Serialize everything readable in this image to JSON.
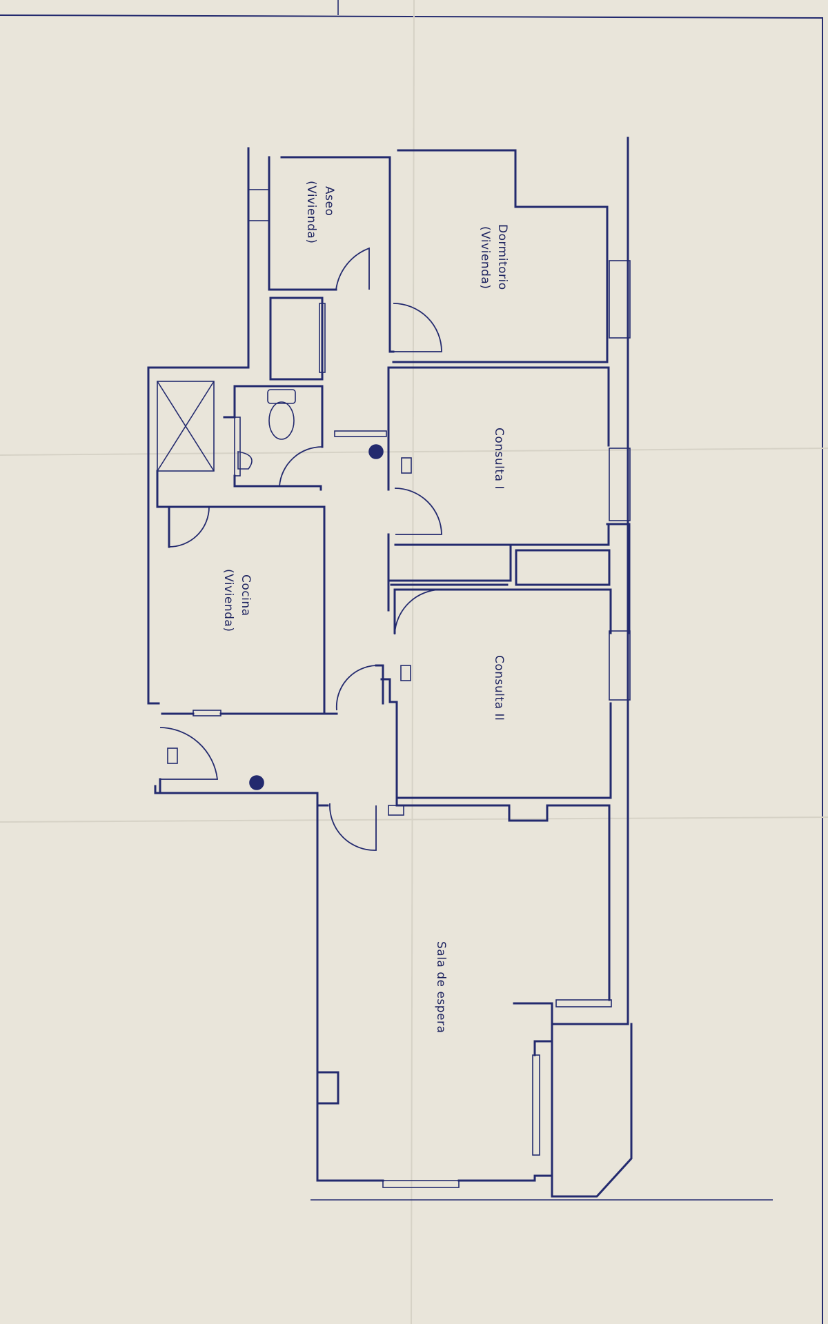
{
  "plan": {
    "rooms": {
      "aseo": {
        "name": "Aseo",
        "sub": "(Vivienda)"
      },
      "dormitorio": {
        "name": "Dormitorio",
        "sub": "(Vivienda)"
      },
      "consulta1": {
        "name": "Consulta I"
      },
      "consulta2": {
        "name": "Consulta II"
      },
      "cocina": {
        "name": "Cocina",
        "sub": "(Vivienda)"
      },
      "sala": {
        "name": "Sala de espera"
      }
    }
  },
  "colors": {
    "paper": "#e9e5da",
    "ink": "#232a6e",
    "fold": "#d6d2c6"
  }
}
